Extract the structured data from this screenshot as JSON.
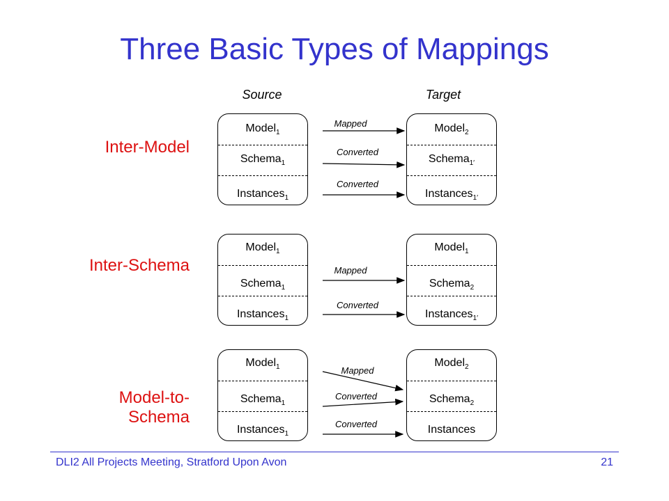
{
  "title": "Three Basic Types of Mappings",
  "headers": {
    "source": "Source",
    "target": "Target"
  },
  "rows": [
    {
      "label": "Inter-Model",
      "source": {
        "model": "Model",
        "model_sub": "1",
        "schema": "Schema",
        "schema_sub": "1",
        "instances": "Instances",
        "instances_sub": "1"
      },
      "target": {
        "model": "Model",
        "model_sub": "2",
        "schema": "Schema",
        "schema_sub": "1′",
        "instances": "Instances",
        "instances_sub": "1′"
      },
      "arrows": [
        "Mapped",
        "Converted",
        "Converted"
      ]
    },
    {
      "label": "Inter-Schema",
      "source": {
        "model": "Model",
        "model_sub": "1",
        "schema": "Schema",
        "schema_sub": "1",
        "instances": "Instances",
        "instances_sub": "1"
      },
      "target": {
        "model": "Model",
        "model_sub": "1",
        "schema": "Schema",
        "schema_sub": "2",
        "instances": "Instances",
        "instances_sub": "1′"
      },
      "arrows": [
        "Mapped",
        "Converted"
      ]
    },
    {
      "label_line1": "Model-to-",
      "label_line2": "Schema",
      "source": {
        "model": "Model",
        "model_sub": "1",
        "schema": "Schema",
        "schema_sub": "1",
        "instances": "Instances",
        "instances_sub": "1"
      },
      "target": {
        "model": "Model",
        "model_sub": "2",
        "schema": "Schema",
        "schema_sub": "2",
        "instances": "Instances",
        "instances_sub": ""
      },
      "arrows": [
        "Mapped",
        "Converted",
        "Converted"
      ]
    }
  ],
  "footer": {
    "left": "DLI2 All Projects Meeting, Stratford Upon Avon",
    "page": "21"
  },
  "colors": {
    "title": "#3333cc",
    "row_label": "#dd1111",
    "footer": "#3333cc"
  }
}
